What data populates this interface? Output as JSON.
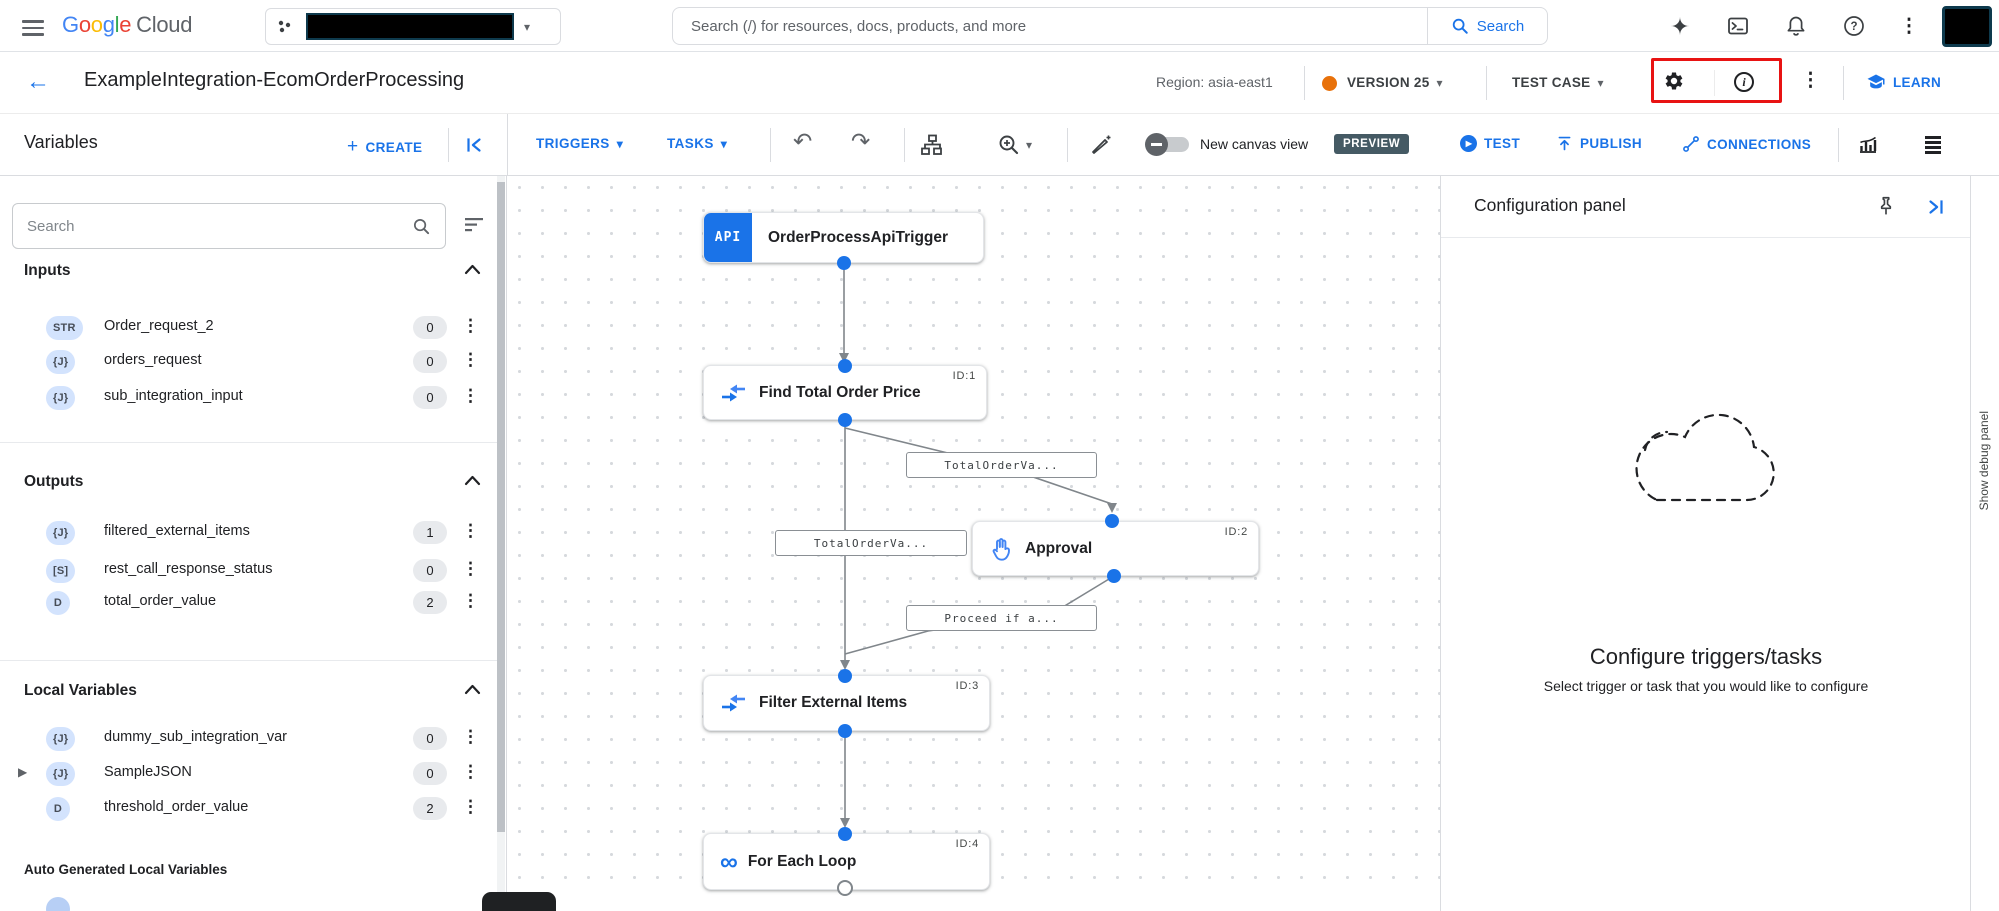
{
  "topbar": {
    "logo": {
      "google": "Google",
      "cloud": "Cloud"
    },
    "search_placeholder": "Search (/) for resources, docs, products, and more",
    "search_button_label": "Search"
  },
  "header": {
    "title": "ExampleIntegration-EcomOrderProcessing",
    "region_label": "Region: asia-east1",
    "version_label": "VERSION 25",
    "test_case_label": "TEST CASE",
    "learn_label": "LEARN"
  },
  "toolbar": {
    "panel_title": "Variables",
    "create_label": "CREATE",
    "triggers_label": "TRIGGERS",
    "tasks_label": "TASKS",
    "canvas_toggle_label": "New canvas view",
    "preview_badge": "PREVIEW",
    "test_label": "TEST",
    "publish_label": "PUBLISH",
    "connections_label": "CONNECTIONS"
  },
  "sidebar": {
    "search_placeholder": "Search",
    "sections": [
      {
        "title": "Inputs",
        "items": [
          {
            "type": "STR",
            "name": "Order_request_2",
            "count": "0"
          },
          {
            "type": "{J}",
            "name": "orders_request",
            "count": "0"
          },
          {
            "type": "{J}",
            "name": "sub_integration_input",
            "count": "0"
          }
        ]
      },
      {
        "title": "Outputs",
        "items": [
          {
            "type": "{J}",
            "name": "filtered_external_items",
            "count": "1"
          },
          {
            "type": "[S]",
            "name": "rest_call_response_status",
            "count": "0"
          },
          {
            "type": "D",
            "name": "total_order_value",
            "count": "2"
          }
        ]
      },
      {
        "title": "Local Variables",
        "items": [
          {
            "type": "{J}",
            "name": "dummy_sub_integration_var",
            "count": "0"
          },
          {
            "type": "{J}",
            "name": "SampleJSON",
            "count": "0"
          },
          {
            "type": "D",
            "name": "threshold_order_value",
            "count": "2"
          }
        ]
      }
    ],
    "auto_generated_title": "Auto Generated Local Variables"
  },
  "canvas": {
    "nodes": [
      {
        "badge": "API",
        "name": "OrderProcessApiTrigger"
      },
      {
        "id": "ID:1",
        "name": "Find Total Order Price"
      },
      {
        "id": "ID:2",
        "name": "Approval"
      },
      {
        "id": "ID:3",
        "name": "Filter External Items"
      },
      {
        "id": "ID:4",
        "name": "For Each Loop"
      }
    ],
    "edge_labels": [
      {
        "text": "TotalOrderVa..."
      },
      {
        "text": "TotalOrderVa..."
      },
      {
        "text": "Proceed if a..."
      }
    ]
  },
  "config_panel": {
    "title": "Configuration panel",
    "empty_state_title": "Configure triggers/tasks",
    "empty_state_subtitle": "Select trigger or task that you would like to configure"
  },
  "debug_panel_label": "Show debug panel",
  "colors": {
    "accent_blue": "#1a73e8",
    "highlight_red": "#e81313",
    "version_dot_orange": "#e8710a",
    "preview_badge_bg": "#455a64",
    "type_badge_bg": "#d3e3fd",
    "edge_gray": "#80868b"
  }
}
